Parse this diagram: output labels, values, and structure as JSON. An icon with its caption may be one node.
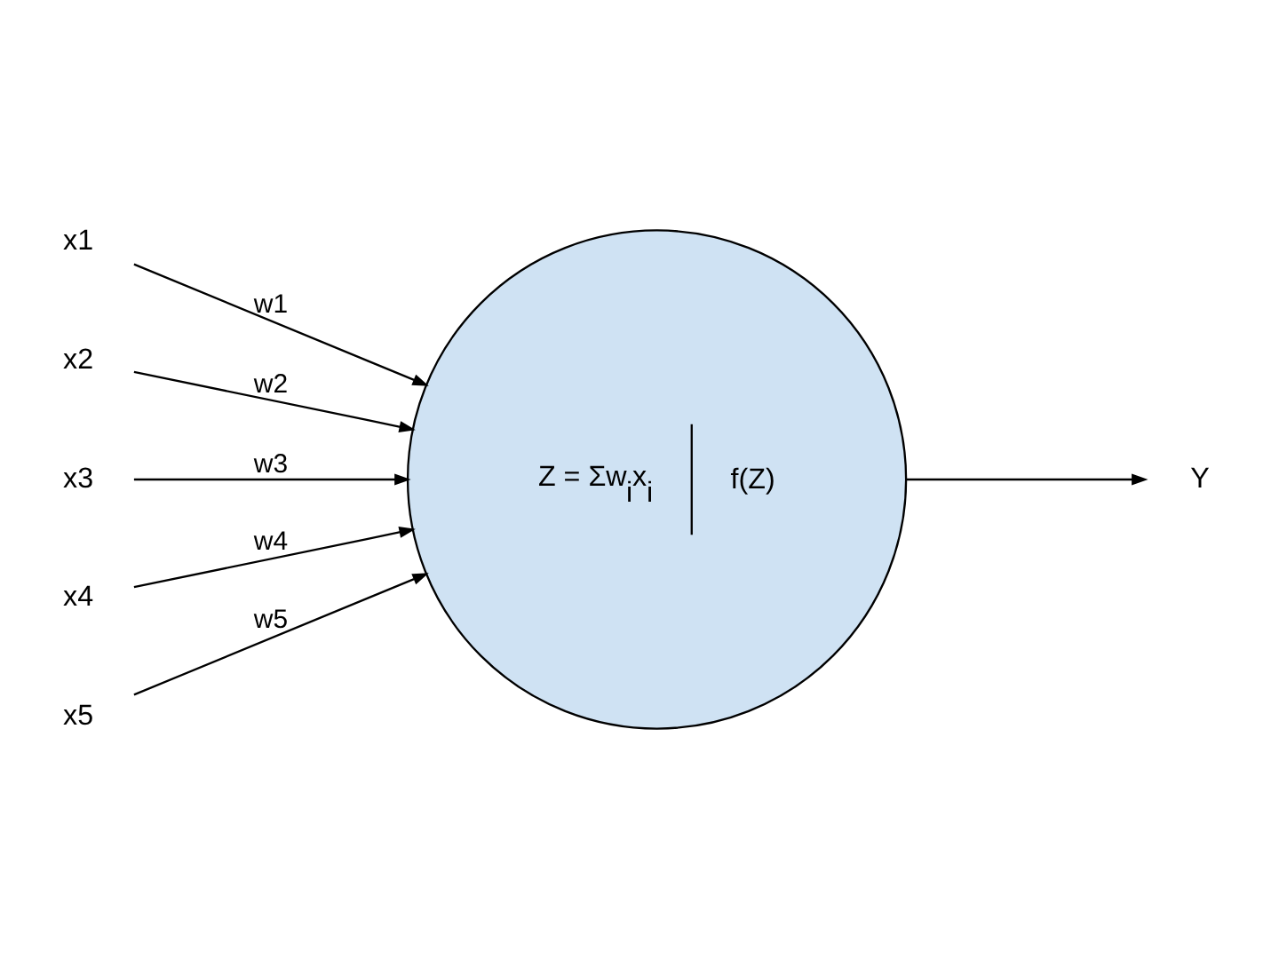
{
  "diagram": {
    "nodes": [
      {
        "text": [
          "x1"
        ]
      },
      {
        "text": [
          "x2"
        ]
      },
      {
        "text": [
          "x3"
        ]
      },
      {
        "text": [
          "x4"
        ]
      },
      {
        "text": [
          "x5"
        ]
      },
      {
        "text": [
          "Z = Σw$_{i}$x$_{i}$",
          "f(Z)"
        ]
      },
      {
        "text": [
          "Y"
        ]
      }
    ],
    "edges": [
      {
        "from": 0,
        "to": 5,
        "arrow": "to",
        "label": "w1"
      },
      {
        "from": 1,
        "to": 5,
        "arrow": "to",
        "label": "w2"
      },
      {
        "from": 2,
        "to": 5,
        "arrow": "to",
        "label": "w3"
      },
      {
        "from": 3,
        "to": 5,
        "arrow": "to",
        "label": "w4"
      },
      {
        "from": 4,
        "to": 5,
        "arrow": "to",
        "label": "w5"
      },
      {
        "from": 5,
        "to": 6,
        "arrow": "to"
      }
    ]
  }
}
